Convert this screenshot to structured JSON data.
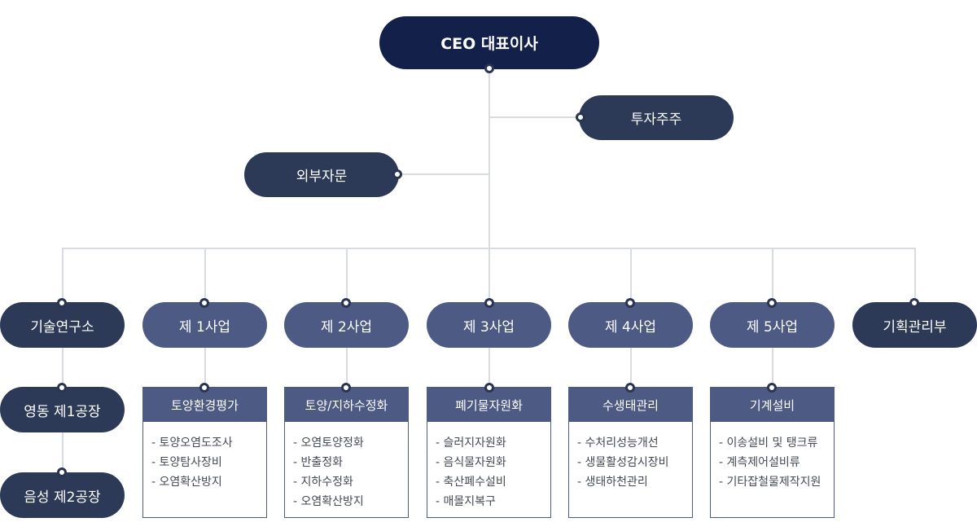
{
  "top": {
    "ceo": "CEO 대표이사",
    "investor": "투자주주",
    "advisor": "외부자문"
  },
  "divisions": [
    {
      "id": "rnd",
      "label": "기술연구소",
      "style": "dark"
    },
    {
      "id": "biz1",
      "label": "제 1사업",
      "style": "biz"
    },
    {
      "id": "biz2",
      "label": "제 2사업",
      "style": "biz"
    },
    {
      "id": "biz3",
      "label": "제 3사업",
      "style": "biz"
    },
    {
      "id": "biz4",
      "label": "제 4사업",
      "style": "biz"
    },
    {
      "id": "biz5",
      "label": "제 5사업",
      "style": "biz"
    },
    {
      "id": "planning",
      "label": "기획관리부",
      "style": "dark"
    }
  ],
  "factories": [
    "영동 제1공장",
    "음성 제2공장"
  ],
  "panels": [
    {
      "title": "토양환경평가",
      "items": [
        "- 토양오염도조사",
        "- 토양탐사장비",
        "- 오염확산방지"
      ]
    },
    {
      "title": "토양/지하수정화",
      "items": [
        "- 오염토양정화",
        "- 반출정화",
        "- 지하수정화",
        "- 오염확산방지"
      ]
    },
    {
      "title": "폐기물자원화",
      "items": [
        "- 슬러지자원화",
        "- 음식물자원화",
        "- 축산폐수설비",
        "- 매몰지복구"
      ]
    },
    {
      "title": "수생태관리",
      "items": [
        "- 수처리성능개선",
        "- 생물활성감시장비",
        "- 생태하천관리"
      ]
    },
    {
      "title": "기계설비",
      "items": [
        "- 이송설비 및 탱크류",
        "- 계측제어설비류",
        "- 기타잡철물제작지원"
      ]
    }
  ]
}
